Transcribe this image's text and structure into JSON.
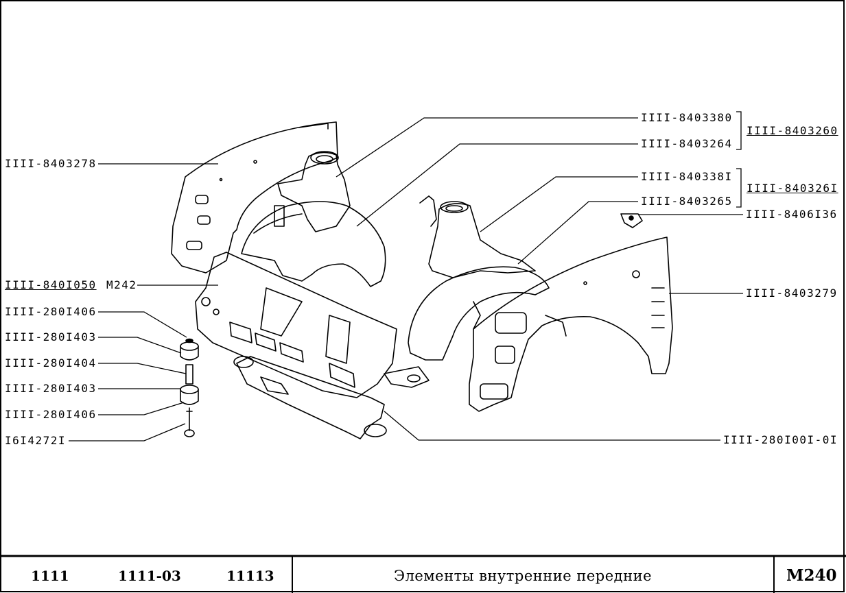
{
  "callouts": {
    "l_8403278": "IIII-8403278",
    "l_8401050": "IIII-840I050",
    "l_m242": "M242",
    "l_2801406a": "IIII-280I406",
    "l_2801403a": "IIII-280I403",
    "l_2801404": "IIII-280I404",
    "l_2801403b": "IIII-280I403",
    "l_2801406b": "IIII-280I406",
    "l_1614272": "I6I4272I",
    "r_8403380": "IIII-8403380",
    "r_8403264": "IIII-8403264",
    "r_8403260": "IIII-8403260",
    "r_8403381": "IIII-840338I",
    "r_8403265": "IIII-8403265",
    "r_8403261": "IIII-840326I",
    "r_8406136": "IIII-8406I36",
    "r_8403279": "IIII-8403279",
    "r_2801001": "IIII-280I00I-0I"
  },
  "footer": {
    "model_1": "1111",
    "model_2": "1111-03",
    "model_3": "11113",
    "title": "Элементы внутренние передние",
    "code": "M240"
  }
}
